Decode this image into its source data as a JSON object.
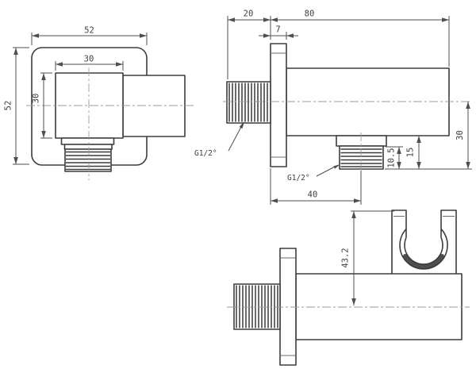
{
  "colors": {
    "background": "#ffffff",
    "line": "#3d3d3d",
    "thin": "#6a6a6a",
    "rib": "#3a3a3a",
    "dim": "#4f4f4f",
    "center": "#9b9b9b",
    "text": "#3f3f3f"
  },
  "front_view": {
    "dim_plate_width": "52",
    "dim_plate_height": "52",
    "dim_inner_width": "30",
    "dim_inner_height": "30"
  },
  "top_view": {
    "dim_inlet_thread_length": "20",
    "dim_body_length": "80",
    "dim_plate_thickness": "7",
    "label_inlet_thread": "G1/2°",
    "label_outlet_thread": "G1/2°",
    "dim_outlet_thread_length": "10.5",
    "dim_outlet_drop": "15",
    "dim_center_to_outlet_end": "30",
    "dim_wall_to_outlet_center": "40"
  },
  "bottom_view": {
    "dim_holder_height": "43.2"
  }
}
